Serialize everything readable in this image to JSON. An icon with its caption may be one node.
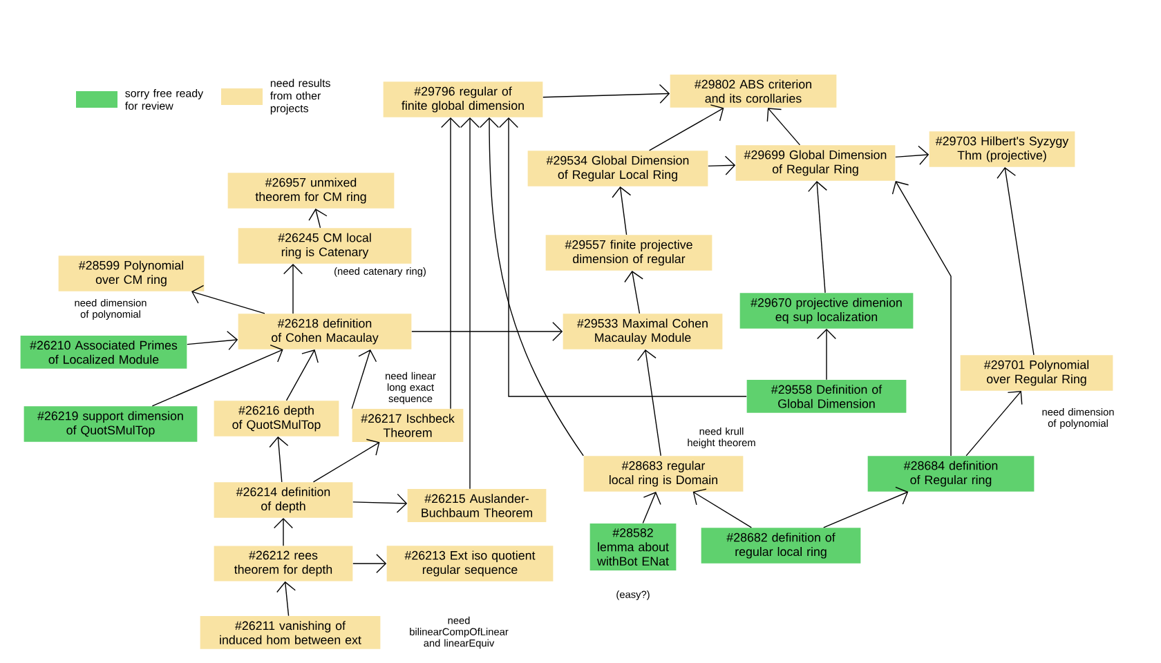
{
  "diagram": {
    "nodes": [
      {
        "text": [
          "#29796 regular of finite global dimension"
        ]
      },
      {
        "text": [
          "#29802 ABS criterion and its corollaries"
        ]
      },
      {
        "text": [
          "#29534 Global Dimension of Regular Local Ring"
        ]
      },
      {
        "text": [
          "#29699 Global Dimension of Regular Ring"
        ]
      },
      {
        "text": [
          "#29703 Hilbert's Syzygy Thm (projective)"
        ]
      },
      {
        "text": [
          "#26957 unmixed theorem for CM ring"
        ]
      },
      {
        "text": [
          "#26245 CM local ring is Catenary"
        ],
        "beside": [
          "(need catenary ring)"
        ]
      },
      {
        "text": [
          "#28599 Polynomial over CM ring"
        ],
        "beside": [
          "need dimension of polynomial"
        ]
      },
      {
        "text": [
          "#29557 finite projective dimension of regular"
        ]
      },
      {
        "text": [
          "#26218 definition of Cohen Macaulay"
        ]
      },
      {
        "text": [
          "#29533 Maximal Cohen Macaulay Module"
        ]
      },
      {
        "text": [
          "#29670 projective dimenion eq sup localization"
        ]
      },
      {
        "text": [
          "#26210 Associated Primes of Localized Module"
        ]
      },
      {
        "text": [
          "#26219 support dimension of QuotSMulTop"
        ]
      },
      {
        "text": [
          "#26216 depth of QuotSMulTop"
        ]
      },
      {
        "text": [
          "#26217 Ischbeck Theorem"
        ],
        "beside": [
          "need linear long exact sequence"
        ]
      },
      {
        "text": [
          "#29558 Definition of Global Dimension"
        ]
      },
      {
        "text": [
          "#29701 Polynomial over Regular Ring"
        ],
        "beside": [
          "need dimension of polynomial"
        ]
      },
      {
        "text": [
          "#28683 regular local ring is Domain"
        ],
        "beside": [
          "need krull height theorem"
        ]
      },
      {
        "text": [
          "#28684 definition of Regular ring"
        ]
      },
      {
        "text": [
          "#26214 definition of depth"
        ]
      },
      {
        "text": [
          "#26215 Auslander-Buchbaum Theorem"
        ]
      },
      {
        "text": [
          "#28582 lemma about withBot ENat"
        ],
        "beside": [
          "(easy?)"
        ]
      },
      {
        "text": [
          "#28682 definition of regular local ring"
        ]
      },
      {
        "text": [
          "#26212 rees theorem for depth"
        ]
      },
      {
        "text": [
          "#26213 Ext iso quotient regular sequence"
        ]
      },
      {
        "text": [
          "#26211 vanishing of induced hom between ext"
        ],
        "beside": [
          "need bilinearCompOfLinear and linearEquiv"
        ]
      }
    ],
    "edges": [
      {
        "from": 0,
        "to": 1,
        "arrow": "to"
      },
      {
        "from": 2,
        "to": 1,
        "arrow": "to"
      },
      {
        "from": 2,
        "to": 3,
        "arrow": "to"
      },
      {
        "from": 3,
        "to": 1,
        "arrow": "to"
      },
      {
        "from": 3,
        "to": 4,
        "arrow": "to"
      },
      {
        "from": 6,
        "to": 5,
        "arrow": "to"
      },
      {
        "from": 9,
        "to": 6,
        "arrow": "to"
      },
      {
        "from": 9,
        "to": 7,
        "arrow": "to"
      },
      {
        "from": 9,
        "to": 10,
        "arrow": "to"
      },
      {
        "from": 8,
        "to": 2,
        "arrow": "to"
      },
      {
        "from": 10,
        "to": 8,
        "arrow": "to"
      },
      {
        "from": 11,
        "to": 3,
        "arrow": "to"
      },
      {
        "from": 16,
        "to": 11,
        "arrow": "to"
      },
      {
        "from": 19,
        "to": 3,
        "arrow": "to"
      },
      {
        "from": 17,
        "to": 4,
        "arrow": "to"
      },
      {
        "from": 19,
        "to": 17,
        "arrow": "to"
      },
      {
        "from": 12,
        "to": 9,
        "arrow": "to"
      },
      {
        "from": 13,
        "to": 9,
        "arrow": "to"
      },
      {
        "from": 14,
        "to": 9,
        "arrow": "to"
      },
      {
        "from": 15,
        "to": 9,
        "arrow": "to"
      },
      {
        "from": 20,
        "to": 14,
        "arrow": "to"
      },
      {
        "from": 20,
        "to": 15,
        "arrow": "to"
      },
      {
        "from": 20,
        "to": 21,
        "arrow": "to"
      },
      {
        "from": 24,
        "to": 20,
        "arrow": "to"
      },
      {
        "from": 24,
        "to": 25,
        "arrow": "to"
      },
      {
        "from": 26,
        "to": 24,
        "arrow": "to"
      },
      {
        "from": 22,
        "to": 18,
        "arrow": "to"
      },
      {
        "from": 23,
        "to": 18,
        "arrow": "to"
      },
      {
        "from": 23,
        "to": 19,
        "arrow": "to"
      },
      {
        "from": 18,
        "to": 10,
        "arrow": "to"
      },
      {
        "from": 15,
        "to": 0,
        "arrow": "to"
      },
      {
        "from": 21,
        "to": 0,
        "arrow": "to"
      },
      {
        "from": 18,
        "to": 0,
        "arrow": "to"
      },
      {
        "from": 16,
        "to": 0,
        "arrow": "to"
      }
    ],
    "legend": [
      {
        "text": "sorry free ready for review",
        "color": "#5fd16e"
      },
      {
        "text": "need results from other projects",
        "color": "#f9e3a3"
      }
    ]
  }
}
